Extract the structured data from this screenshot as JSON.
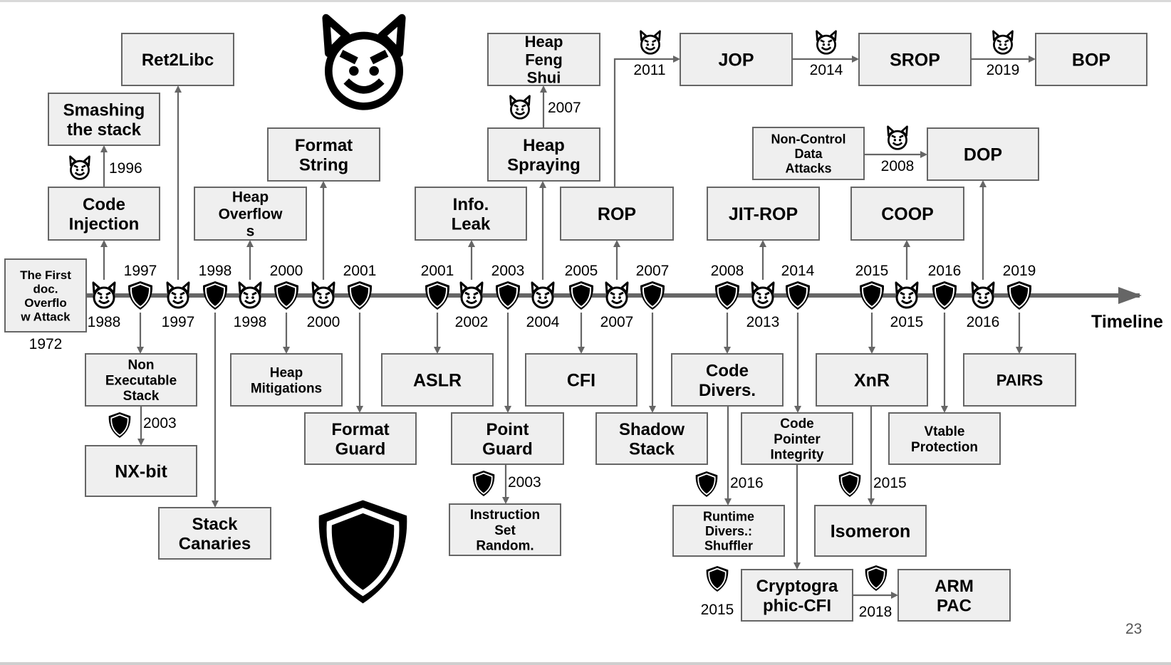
{
  "slide": {
    "page_number": "23",
    "timeline_label": "Timeline"
  },
  "legend": {
    "attack_icon": "devil-face-icon",
    "defense_icon": "shield-icon"
  },
  "boxes": {
    "first_doc": {
      "lines": [
        "The First",
        "doc.",
        "Overflo",
        "w Attack"
      ],
      "year": "1972",
      "kind": "attack"
    },
    "code_injection": {
      "lines": [
        "Code",
        "Injection"
      ],
      "kind": "attack"
    },
    "smashing_stack": {
      "lines": [
        "Smashing",
        "the stack"
      ],
      "kind": "attack"
    },
    "ret2libc": {
      "lines": [
        "Ret2Libc"
      ],
      "kind": "attack"
    },
    "heap_overflows": {
      "lines": [
        "Heap",
        "Overflow",
        "s"
      ],
      "kind": "attack"
    },
    "format_string": {
      "lines": [
        "Format",
        "String"
      ],
      "kind": "attack"
    },
    "info_leak": {
      "lines": [
        "Info.",
        "Leak"
      ],
      "kind": "attack"
    },
    "heap_spraying": {
      "lines": [
        "Heap",
        "Spraying"
      ],
      "kind": "attack"
    },
    "heap_feng_shui": {
      "lines": [
        "Heap",
        "Feng",
        "Shui"
      ],
      "kind": "attack"
    },
    "rop": {
      "lines": [
        "ROP"
      ],
      "kind": "attack"
    },
    "jop": {
      "lines": [
        "JOP"
      ],
      "kind": "attack"
    },
    "srop": {
      "lines": [
        "SROP"
      ],
      "kind": "attack"
    },
    "bop": {
      "lines": [
        "BOP"
      ],
      "kind": "attack"
    },
    "jit_rop": {
      "lines": [
        "JIT-ROP"
      ],
      "kind": "attack"
    },
    "non_control_data": {
      "lines": [
        "Non-Control",
        "Data",
        "Attacks"
      ],
      "kind": "attack"
    },
    "dop": {
      "lines": [
        "DOP"
      ],
      "kind": "attack"
    },
    "coop": {
      "lines": [
        "COOP"
      ],
      "kind": "attack"
    },
    "non_exec_stack": {
      "lines": [
        "Non",
        "Executable",
        "Stack"
      ],
      "kind": "defense"
    },
    "nx_bit": {
      "lines": [
        "NX-bit"
      ],
      "kind": "defense"
    },
    "stack_canaries": {
      "lines": [
        "Stack",
        "Canaries"
      ],
      "kind": "defense"
    },
    "heap_mitigations": {
      "lines": [
        "Heap",
        "Mitigations"
      ],
      "kind": "defense"
    },
    "format_guard": {
      "lines": [
        "Format",
        "Guard"
      ],
      "kind": "defense"
    },
    "aslr": {
      "lines": [
        "ASLR"
      ],
      "kind": "defense"
    },
    "point_guard": {
      "lines": [
        "Point",
        "Guard"
      ],
      "kind": "defense"
    },
    "isr": {
      "lines": [
        "Instruction",
        "Set",
        "Random."
      ],
      "kind": "defense"
    },
    "cfi": {
      "lines": [
        "CFI"
      ],
      "kind": "defense"
    },
    "shadow_stack": {
      "lines": [
        "Shadow",
        "Stack"
      ],
      "kind": "defense"
    },
    "code_divers": {
      "lines": [
        "Code",
        "Divers."
      ],
      "kind": "defense"
    },
    "runtime_divers": {
      "lines": [
        "Runtime",
        "Divers.:",
        "Shuffler"
      ],
      "kind": "defense"
    },
    "cpi": {
      "lines": [
        "Code",
        "Pointer",
        "Integrity"
      ],
      "kind": "defense"
    },
    "crypto_cfi": {
      "lines": [
        "Cryptogra",
        "phic-CFI"
      ],
      "kind": "defense"
    },
    "arm_pac": {
      "lines": [
        "ARM",
        "PAC"
      ],
      "kind": "defense"
    },
    "xnr": {
      "lines": [
        "XnR"
      ],
      "kind": "defense"
    },
    "isomeron": {
      "lines": [
        "Isomeron"
      ],
      "kind": "defense"
    },
    "vtable": {
      "lines": [
        "Vtable",
        "Protection"
      ],
      "kind": "defense"
    },
    "pairs": {
      "lines": [
        "PAIRS"
      ],
      "kind": "defense"
    }
  },
  "timeline_events": [
    {
      "kind": "attack",
      "year": "1988",
      "target": "code_injection"
    },
    {
      "kind": "defense",
      "year": "1997",
      "target": "non_exec_stack"
    },
    {
      "kind": "attack",
      "year": "1997",
      "target": "ret2libc"
    },
    {
      "kind": "defense",
      "year": "1998",
      "target": "stack_canaries"
    },
    {
      "kind": "attack",
      "year": "1998",
      "target": "heap_overflows"
    },
    {
      "kind": "defense",
      "year": "2000",
      "target": "heap_mitigations"
    },
    {
      "kind": "attack",
      "year": "2000",
      "target": "format_string"
    },
    {
      "kind": "defense",
      "year": "2001",
      "target": "format_guard"
    },
    {
      "kind": "defense",
      "year": "2001",
      "target": "aslr"
    },
    {
      "kind": "attack",
      "year": "2002",
      "target": "info_leak"
    },
    {
      "kind": "defense",
      "year": "2003",
      "target": "point_guard"
    },
    {
      "kind": "attack",
      "year": "2004",
      "target": "heap_spraying"
    },
    {
      "kind": "defense",
      "year": "2005",
      "target": "cfi"
    },
    {
      "kind": "attack",
      "year": "2007",
      "target": "rop"
    },
    {
      "kind": "defense",
      "year": "2007",
      "target": "shadow_stack"
    },
    {
      "kind": "defense",
      "year": "2008",
      "target": "code_divers"
    },
    {
      "kind": "attack",
      "year": "2013",
      "target": "jit_rop"
    },
    {
      "kind": "defense",
      "year": "2014",
      "target": "cpi"
    },
    {
      "kind": "defense",
      "year": "2015",
      "target": "xnr"
    },
    {
      "kind": "attack",
      "year": "2015",
      "target": "coop"
    },
    {
      "kind": "defense",
      "year": "2016",
      "target": "vtable"
    },
    {
      "kind": "attack",
      "year": "2016",
      "target": "dop"
    },
    {
      "kind": "defense",
      "year": "2019",
      "target": "pairs"
    }
  ],
  "branch_events": [
    {
      "kind": "attack",
      "year": "1996",
      "from": "code_injection",
      "to": "smashing_stack"
    },
    {
      "kind": "attack",
      "year": "2007",
      "from": "heap_spraying",
      "to": "heap_feng_shui"
    },
    {
      "kind": "attack",
      "year": "2011",
      "from": "rop",
      "to": "jop"
    },
    {
      "kind": "attack",
      "year": "2014",
      "from": "jop",
      "to": "srop"
    },
    {
      "kind": "attack",
      "year": "2019",
      "from": "srop",
      "to": "bop"
    },
    {
      "kind": "attack",
      "year": "2008",
      "from": "non_control_data",
      "to": "dop"
    },
    {
      "kind": "defense",
      "year": "2003",
      "from": "non_exec_stack",
      "to": "nx_bit"
    },
    {
      "kind": "defense",
      "year": "2003",
      "from": "point_guard",
      "to": "isr"
    },
    {
      "kind": "defense",
      "year": "2016",
      "from": "code_divers",
      "to": "runtime_divers"
    },
    {
      "kind": "defense",
      "year": "2015",
      "from": "cpi",
      "to": "crypto_cfi"
    },
    {
      "kind": "defense",
      "year": "2018",
      "from": "crypto_cfi",
      "to": "arm_pac"
    },
    {
      "kind": "defense",
      "year": "2015",
      "from": "xnr",
      "to": "isomeron"
    }
  ]
}
